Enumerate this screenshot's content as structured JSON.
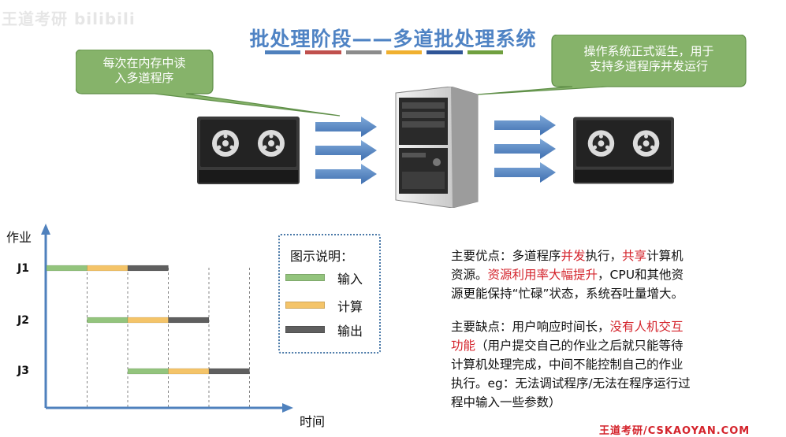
{
  "watermark": "王道考研 bilibili",
  "title": "批处理阶段——多道批处理系统",
  "title_bar_colors": [
    "#4f81bd",
    "#c0504d",
    "#8c8c8c",
    "#f0b030",
    "#2f5597",
    "#70a040"
  ],
  "callout_left": {
    "lines": [
      "每次在内存中读",
      "入多道程序"
    ]
  },
  "callout_right": {
    "lines": [
      "操作系统正式诞生，用于",
      "支持多道程序并发运行"
    ]
  },
  "colors": {
    "input": "#93c47d",
    "compute": "#f4c469",
    "output": "#5f5f5f",
    "axis": "#4f81bd",
    "callout": "#86b36a",
    "accent_red": "#d4232b"
  },
  "icons": [
    "tape-drive-icon",
    "server-tower-icon",
    "arrow-right-icon"
  ],
  "chart": {
    "y_axis_label": "作业",
    "x_axis_label": "时间",
    "jobs": [
      {
        "label": "J1",
        "segments": [
          {
            "type": "input",
            "start": 0,
            "end": 1
          },
          {
            "type": "compute",
            "start": 1,
            "end": 2
          },
          {
            "type": "output",
            "start": 2,
            "end": 3
          }
        ]
      },
      {
        "label": "J2",
        "segments": [
          {
            "type": "input",
            "start": 1,
            "end": 2
          },
          {
            "type": "compute",
            "start": 2,
            "end": 3
          },
          {
            "type": "output",
            "start": 3,
            "end": 4
          }
        ]
      },
      {
        "label": "J3",
        "segments": [
          {
            "type": "input",
            "start": 2,
            "end": 3
          },
          {
            "type": "compute",
            "start": 3,
            "end": 4
          },
          {
            "type": "output",
            "start": 4,
            "end": 5
          }
        ]
      }
    ]
  },
  "legend": {
    "title": "图示说明：",
    "items": [
      {
        "key": "input",
        "label": "输入"
      },
      {
        "key": "compute",
        "label": "计算"
      },
      {
        "key": "output",
        "label": "输出"
      }
    ]
  },
  "advantages": {
    "lines": [
      [
        {
          "t": "主要优点：多道程序"
        },
        {
          "t": "并发",
          "red": true
        },
        {
          "t": "执行，"
        },
        {
          "t": "共享",
          "red": true
        },
        {
          "t": "计算机"
        }
      ],
      [
        {
          "t": "资源。"
        },
        {
          "t": "资源利用率大幅提升",
          "red": true
        },
        {
          "t": "，CPU和其他资"
        }
      ],
      [
        {
          "t": "源更能保持“忙碌”状态，系统吞吐量增大。"
        }
      ]
    ]
  },
  "disadvantages": {
    "lines": [
      [
        {
          "t": "主要缺点：用户响应时间长，"
        },
        {
          "t": "没有人机交互",
          "red": true
        }
      ],
      [
        {
          "t": "功能",
          "red": true
        },
        {
          "t": "（用户提交自己的作业之后就只能等待"
        }
      ],
      [
        {
          "t": "计算机处理完成，中间不能控制自己的作业"
        }
      ],
      [
        {
          "t": "执行。eg：无法调试程序/无法在程序运行过"
        }
      ],
      [
        {
          "t": "程中输入一些参数）"
        }
      ]
    ]
  },
  "footer": "王道考研/CSKAOYAN.COM"
}
